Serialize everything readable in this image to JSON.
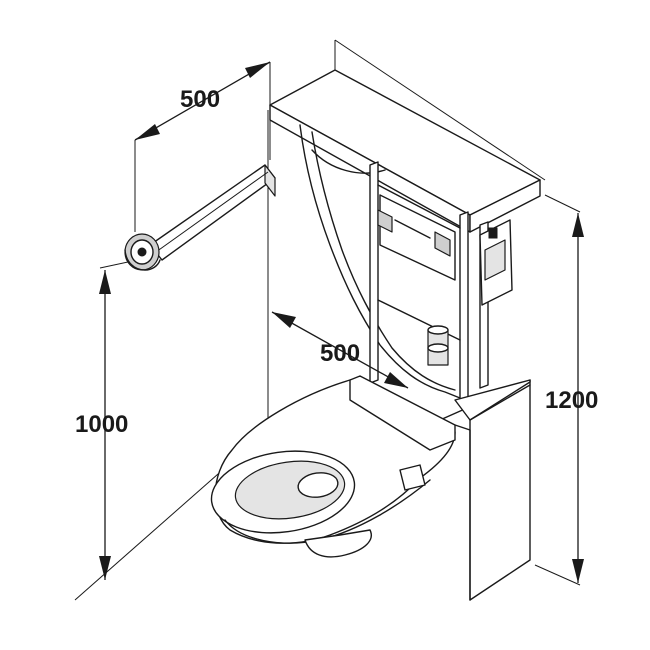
{
  "dimensions": {
    "grab_bar_length": "500",
    "grab_bar_height": "1000",
    "toilet_projection": "500",
    "frame_height": "1200"
  }
}
